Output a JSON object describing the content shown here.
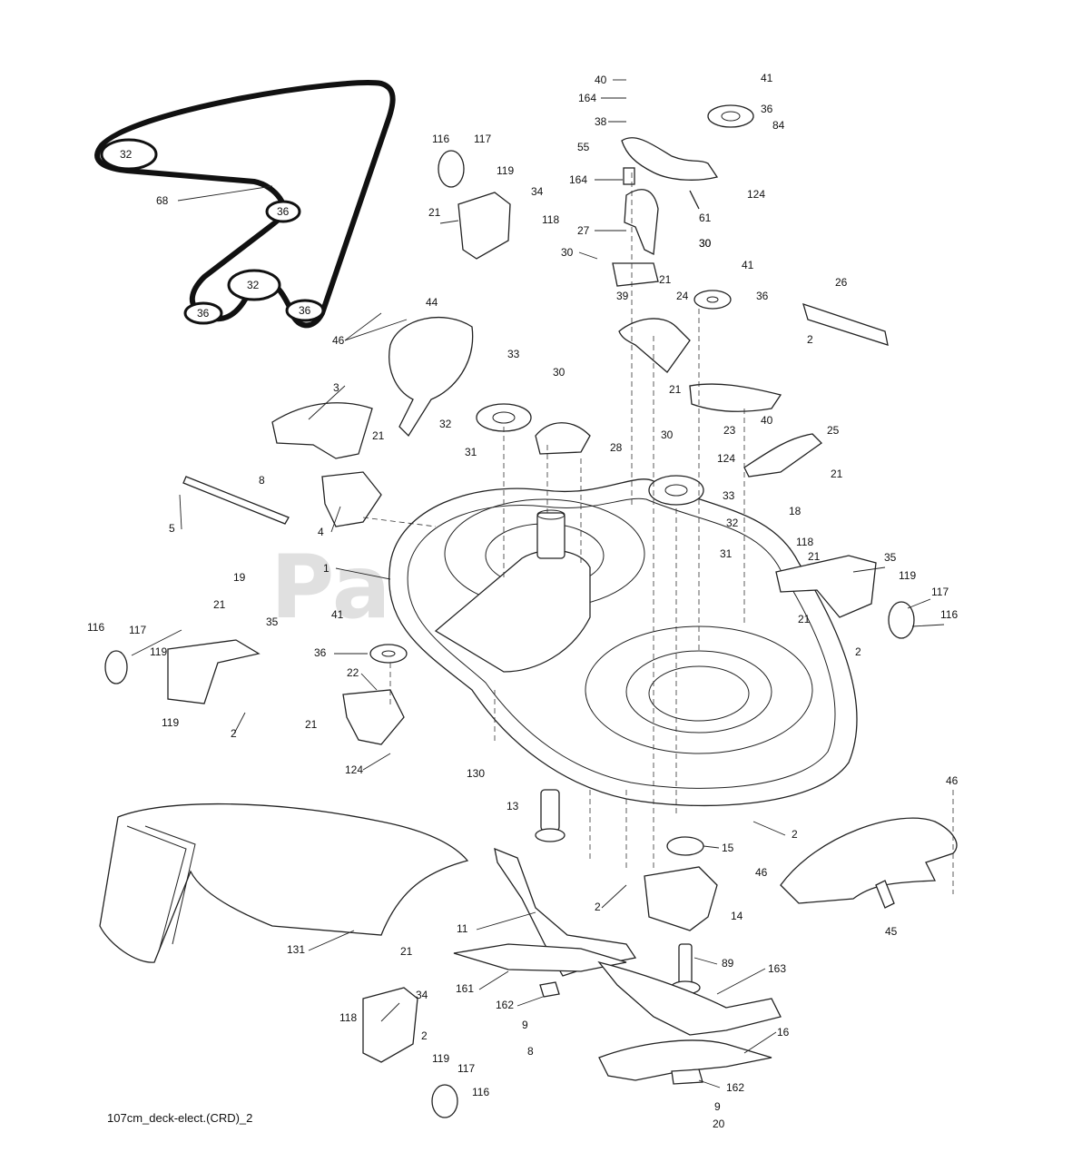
{
  "diagram": {
    "caption": "107cm_deck-elect.(CRD)_2",
    "watermark": "PartsTree",
    "trademark": "™",
    "belt_labels": [
      "32",
      "36",
      "32",
      "36",
      "36"
    ],
    "callouts": [
      "40",
      "164",
      "38",
      "55",
      "164",
      "27",
      "30",
      "30",
      "39",
      "21",
      "41",
      "36",
      "84",
      "124",
      "61",
      "30",
      "41",
      "24",
      "36",
      "26",
      "2",
      "116",
      "117",
      "119",
      "34",
      "21",
      "118",
      "68",
      "46",
      "44",
      "33",
      "30",
      "3",
      "32",
      "28",
      "31",
      "21",
      "8",
      "5",
      "4",
      "19",
      "21",
      "23",
      "30",
      "124",
      "40",
      "25",
      "21",
      "18",
      "33",
      "32",
      "31",
      "1",
      "118",
      "21",
      "35",
      "119",
      "117",
      "116",
      "21",
      "2",
      "21",
      "35",
      "116",
      "117",
      "119",
      "119",
      "2",
      "41",
      "36",
      "22",
      "21",
      "124",
      "130",
      "13",
      "2",
      "46",
      "15",
      "46",
      "2",
      "14",
      "45",
      "11",
      "131",
      "89",
      "161",
      "163",
      "21",
      "34",
      "118",
      "162",
      "9",
      "8",
      "16",
      "2",
      "119",
      "117",
      "116",
      "162",
      "9",
      "20"
    ]
  }
}
